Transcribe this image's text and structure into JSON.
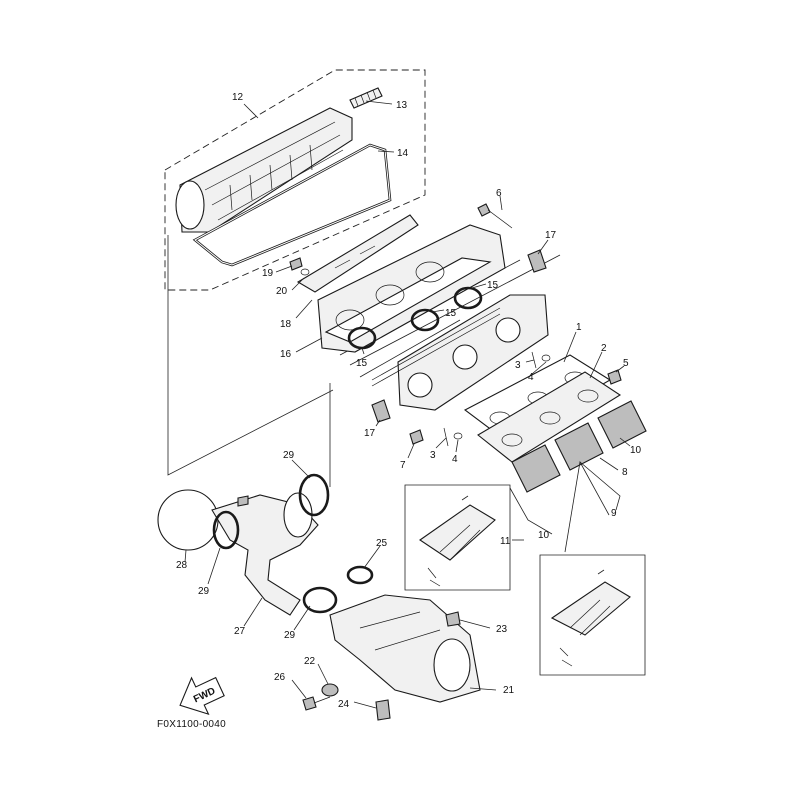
{
  "diagram_code": "F0X1100-0040",
  "fwd_label": "FWD",
  "callouts": {
    "c1": "1",
    "c2": "2",
    "c3a": "3",
    "c3b": "3",
    "c4a": "4",
    "c4b": "4",
    "c5": "5",
    "c6": "6",
    "c7": "7",
    "c8": "8",
    "c9": "9",
    "c10a": "10",
    "c10b": "10",
    "c11": "11",
    "c12": "12",
    "c13": "13",
    "c14": "14",
    "c15a": "15",
    "c15b": "15",
    "c15c": "15",
    "c16": "16",
    "c17a": "17",
    "c17b": "17",
    "c18": "18",
    "c19": "19",
    "c20": "20",
    "c21": "21",
    "c22": "22",
    "c23": "23",
    "c24": "24",
    "c25": "25",
    "c26": "26",
    "c27": "27",
    "c28": "28",
    "c29a": "29",
    "c29b": "29",
    "c29c": "29"
  }
}
